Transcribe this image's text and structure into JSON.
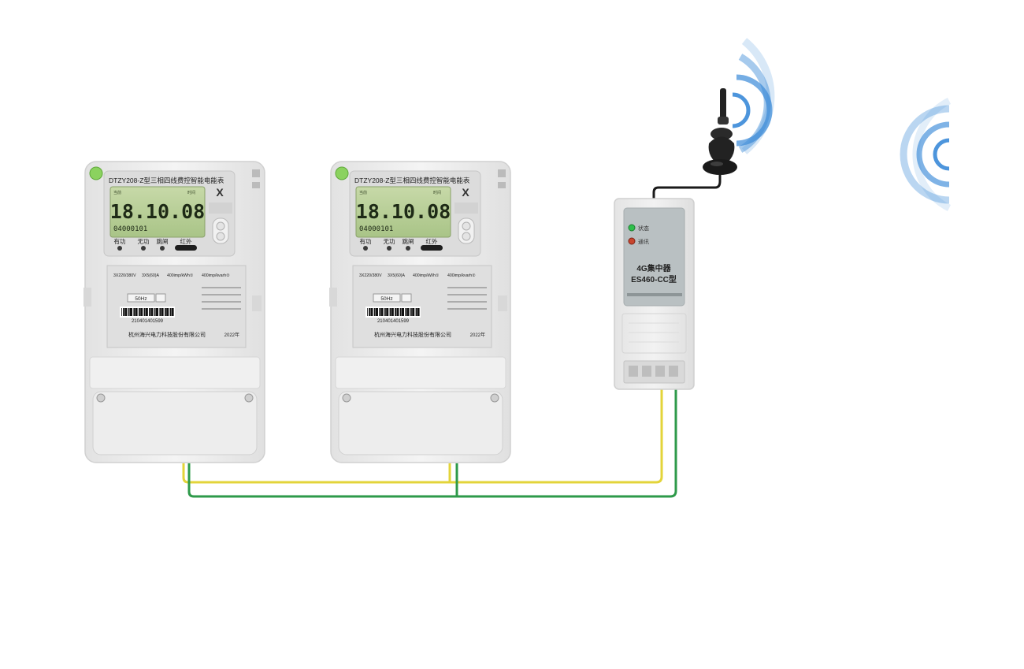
{
  "colors": {
    "wire_yellow": "#e3d43a",
    "wire_green": "#2e9a4a",
    "wire_black": "#1a1a1a",
    "signal_blue": "#3a8ad8",
    "lcd_green": "#b9cf9a",
    "meter_body": "#ececec",
    "led_green": "#2fbf4b",
    "led_red": "#c8462e"
  },
  "meters": [
    {
      "title": "DTZY208-Z型三相四线费控智能电能表",
      "lcd_top_left": "当前",
      "lcd_top_right": "时间",
      "lcd_value": "18.10.08",
      "lcd_code": "04000101",
      "ind_labels": [
        "有功",
        "无功",
        "跳闸",
        "红外"
      ],
      "spec_labels": [
        "3X220/380V",
        "3X5(60)A",
        "400imp/kWh①",
        "400imp/kvarh②"
      ],
      "freq": "50Hz",
      "barcode_number": "210401401599",
      "company": "杭州海兴电力科技股份有限公司",
      "year": "2022年"
    },
    {
      "title": "DTZY208-Z型三相四线费控智能电能表",
      "lcd_top_left": "当前",
      "lcd_top_right": "时间",
      "lcd_value": "18.10.08",
      "lcd_code": "04000101",
      "ind_labels": [
        "有功",
        "无功",
        "跳闸",
        "红外"
      ],
      "spec_labels": [
        "3X220/380V",
        "3X5(60)A",
        "400imp/kWh①",
        "400imp/kvarh②"
      ],
      "freq": "50Hz",
      "barcode_number": "210401401599",
      "company": "杭州海兴电力科技股份有限公司",
      "year": "2022年"
    }
  ],
  "concentrator": {
    "status_label": "状态",
    "comm_label": "通讯",
    "name_line1": "4G集中器",
    "name_line2": "ES460-CC型"
  }
}
